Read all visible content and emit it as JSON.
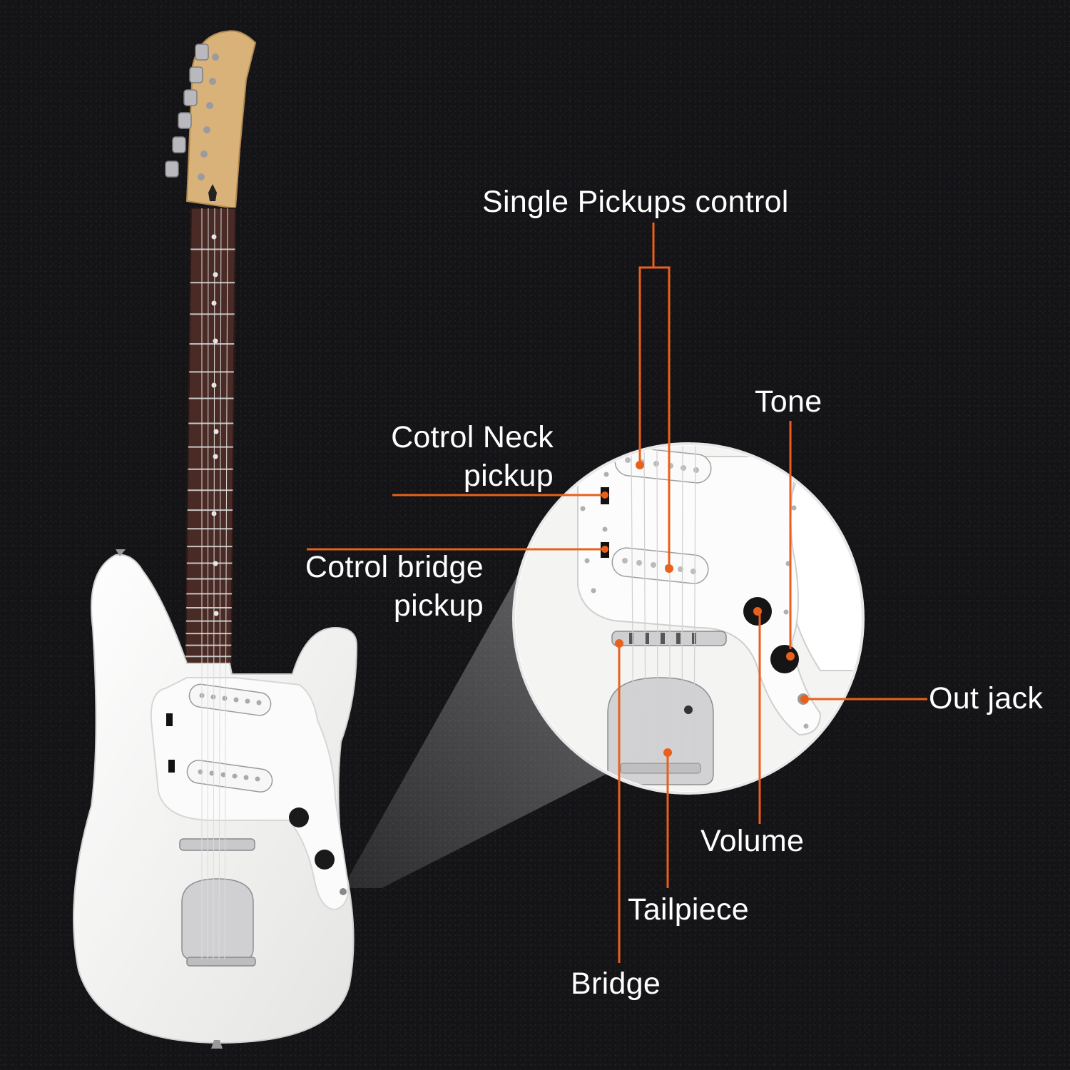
{
  "colors": {
    "background": "#141417",
    "accent": "#e8601c",
    "guitar_body": "#f2f2f0",
    "pickguard": "#ffffff",
    "fretboard": "#4a2a24",
    "headstock": "#d9b27a",
    "chrome": "#c9c9cc"
  },
  "labels": {
    "single_pickups_control": "Single Pickups control",
    "tone": "Tone",
    "control_neck_line1": "Cotrol Neck",
    "control_neck_line2": "pickup",
    "control_bridge_line1": "Cotrol bridge",
    "control_bridge_line2": "pickup",
    "out_jack": "Out jack",
    "volume": "Volume",
    "tailpiece": "Tailpiece",
    "bridge": "Bridge"
  }
}
